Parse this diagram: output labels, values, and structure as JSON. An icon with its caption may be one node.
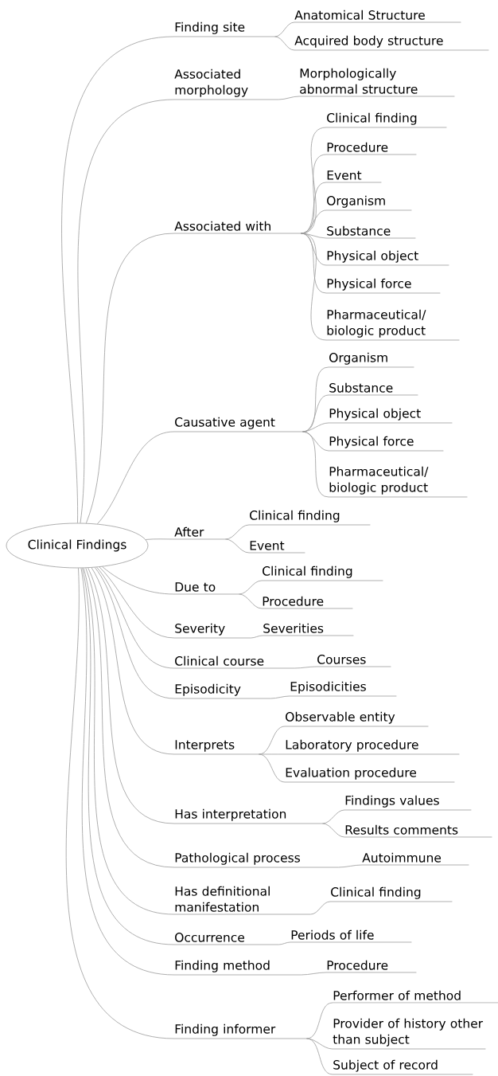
{
  "diagram": {
    "nodes": [
      {
        "text": [
          "Clinical Findings"
        ]
      },
      {
        "text": [
          "Finding site"
        ]
      },
      {
        "text": [
          "Anatomical Structure"
        ]
      },
      {
        "text": [
          "Acquired body structure"
        ]
      },
      {
        "text": [
          "Associated morphology"
        ]
      },
      {
        "text": [
          "Morphologically abnormal structure"
        ]
      },
      {
        "text": [
          "Associated with"
        ]
      },
      {
        "text": [
          "Clinical finding"
        ]
      },
      {
        "text": [
          "Procedure"
        ]
      },
      {
        "text": [
          "Event"
        ]
      },
      {
        "text": [
          "Organism"
        ]
      },
      {
        "text": [
          "Substance"
        ]
      },
      {
        "text": [
          "Physical object"
        ]
      },
      {
        "text": [
          "Physical force"
        ]
      },
      {
        "text": [
          "Pharmaceutical/ biologic product"
        ]
      },
      {
        "text": [
          "Causative agent"
        ]
      },
      {
        "text": [
          "Organism"
        ]
      },
      {
        "text": [
          "Substance"
        ]
      },
      {
        "text": [
          "Physical object"
        ]
      },
      {
        "text": [
          "Physical force"
        ]
      },
      {
        "text": [
          "Pharmaceutical/ biologic product"
        ]
      },
      {
        "text": [
          "After"
        ]
      },
      {
        "text": [
          "Clinical finding"
        ]
      },
      {
        "text": [
          "Event"
        ]
      },
      {
        "text": [
          "Due to"
        ]
      },
      {
        "text": [
          "Clinical finding"
        ]
      },
      {
        "text": [
          "Procedure"
        ]
      },
      {
        "text": [
          "Severity"
        ]
      },
      {
        "text": [
          "Severities"
        ]
      },
      {
        "text": [
          "Clinical course"
        ]
      },
      {
        "text": [
          "Courses"
        ]
      },
      {
        "text": [
          "Episodicity"
        ]
      },
      {
        "text": [
          "Episodicities"
        ]
      },
      {
        "text": [
          "Interprets"
        ]
      },
      {
        "text": [
          "Observable entity"
        ]
      },
      {
        "text": [
          "Laboratory procedure"
        ]
      },
      {
        "text": [
          "Evaluation procedure"
        ]
      },
      {
        "text": [
          "Has interpretation"
        ]
      },
      {
        "text": [
          "Findings values"
        ]
      },
      {
        "text": [
          "Results comments"
        ]
      },
      {
        "text": [
          "Pathological process"
        ]
      },
      {
        "text": [
          "Autoimmune"
        ]
      },
      {
        "text": [
          "Has definitional manifestation"
        ]
      },
      {
        "text": [
          "Clinical finding"
        ]
      },
      {
        "text": [
          "Occurrence"
        ]
      },
      {
        "text": [
          "Periods of life"
        ]
      },
      {
        "text": [
          "Finding method"
        ]
      },
      {
        "text": [
          "Procedure"
        ]
      },
      {
        "text": [
          "Finding informer"
        ]
      },
      {
        "text": [
          "Performer of method"
        ]
      },
      {
        "text": [
          "Provider of history other than subject"
        ]
      },
      {
        "text": [
          "Subject of record"
        ]
      }
    ],
    "edges": [
      {
        "from": 0,
        "to": 1,
        "arrow": "none"
      },
      {
        "from": 1,
        "to": 2,
        "arrow": "none"
      },
      {
        "from": 1,
        "to": 3,
        "arrow": "none"
      },
      {
        "from": 0,
        "to": 4,
        "arrow": "none"
      },
      {
        "from": 4,
        "to": 5,
        "arrow": "none"
      },
      {
        "from": 0,
        "to": 6,
        "arrow": "none"
      },
      {
        "from": 6,
        "to": 7,
        "arrow": "none"
      },
      {
        "from": 6,
        "to": 8,
        "arrow": "none"
      },
      {
        "from": 6,
        "to": 9,
        "arrow": "none"
      },
      {
        "from": 6,
        "to": 10,
        "arrow": "none"
      },
      {
        "from": 6,
        "to": 11,
        "arrow": "none"
      },
      {
        "from": 6,
        "to": 12,
        "arrow": "none"
      },
      {
        "from": 6,
        "to": 13,
        "arrow": "none"
      },
      {
        "from": 6,
        "to": 14,
        "arrow": "none"
      },
      {
        "from": 0,
        "to": 15,
        "arrow": "none"
      },
      {
        "from": 15,
        "to": 16,
        "arrow": "none"
      },
      {
        "from": 15,
        "to": 17,
        "arrow": "none"
      },
      {
        "from": 15,
        "to": 18,
        "arrow": "none"
      },
      {
        "from": 15,
        "to": 19,
        "arrow": "none"
      },
      {
        "from": 15,
        "to": 20,
        "arrow": "none"
      },
      {
        "from": 0,
        "to": 21,
        "arrow": "none"
      },
      {
        "from": 21,
        "to": 22,
        "arrow": "none"
      },
      {
        "from": 21,
        "to": 23,
        "arrow": "none"
      },
      {
        "from": 0,
        "to": 24,
        "arrow": "none"
      },
      {
        "from": 24,
        "to": 25,
        "arrow": "none"
      },
      {
        "from": 24,
        "to": 26,
        "arrow": "none"
      },
      {
        "from": 0,
        "to": 27,
        "arrow": "none"
      },
      {
        "from": 27,
        "to": 28,
        "arrow": "none"
      },
      {
        "from": 0,
        "to": 29,
        "arrow": "none"
      },
      {
        "from": 29,
        "to": 30,
        "arrow": "none"
      },
      {
        "from": 0,
        "to": 31,
        "arrow": "none"
      },
      {
        "from": 31,
        "to": 32,
        "arrow": "none"
      },
      {
        "from": 0,
        "to": 33,
        "arrow": "none"
      },
      {
        "from": 33,
        "to": 34,
        "arrow": "none"
      },
      {
        "from": 33,
        "to": 35,
        "arrow": "none"
      },
      {
        "from": 33,
        "to": 36,
        "arrow": "none"
      },
      {
        "from": 0,
        "to": 37,
        "arrow": "none"
      },
      {
        "from": 37,
        "to": 38,
        "arrow": "none"
      },
      {
        "from": 37,
        "to": 39,
        "arrow": "none"
      },
      {
        "from": 0,
        "to": 40,
        "arrow": "none"
      },
      {
        "from": 40,
        "to": 41,
        "arrow": "none"
      },
      {
        "from": 0,
        "to": 42,
        "arrow": "none"
      },
      {
        "from": 42,
        "to": 43,
        "arrow": "none"
      },
      {
        "from": 0,
        "to": 44,
        "arrow": "none"
      },
      {
        "from": 44,
        "to": 45,
        "arrow": "none"
      },
      {
        "from": 0,
        "to": 46,
        "arrow": "none"
      },
      {
        "from": 46,
        "to": 47,
        "arrow": "none"
      },
      {
        "from": 0,
        "to": 48,
        "arrow": "none"
      },
      {
        "from": 48,
        "to": 49,
        "arrow": "none"
      },
      {
        "from": 48,
        "to": 50,
        "arrow": "none"
      },
      {
        "from": 48,
        "to": 51,
        "arrow": "none"
      }
    ]
  }
}
